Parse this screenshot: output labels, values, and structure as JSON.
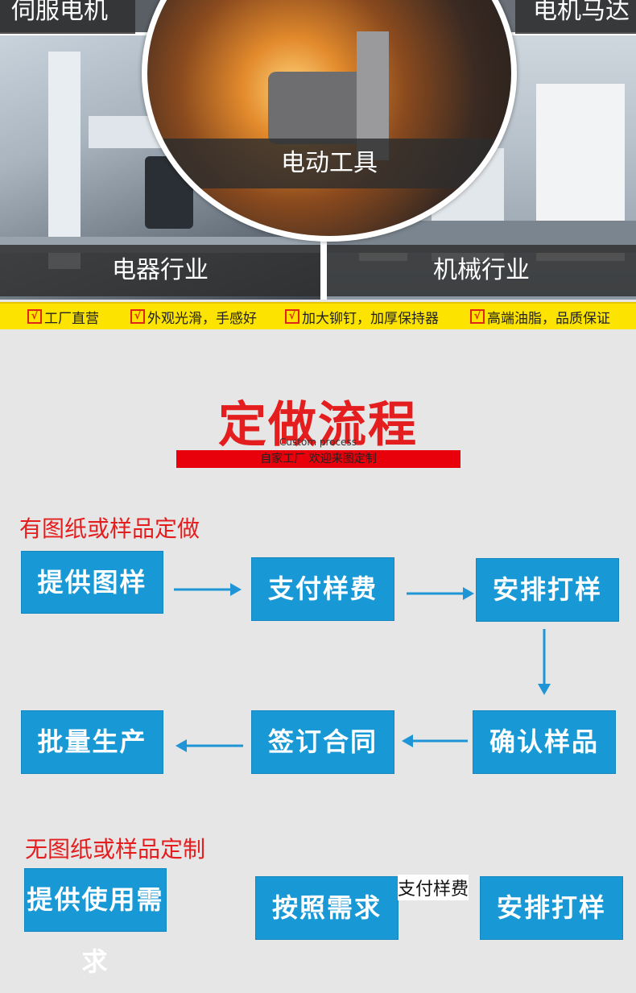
{
  "panels": {
    "servo_motor": "伺服电机",
    "motor": "电机马达",
    "power_tools": "电动工具",
    "electrical": "电器行业",
    "machinery": "机械行业"
  },
  "features": [
    "工厂直营",
    "外观光滑，手感好",
    "加大铆钉，加厚保持器",
    "高端油脂，品质保证"
  ],
  "process": {
    "title": "定做流程",
    "subtitle": "Custom process",
    "banner": "自家工厂 欢迎来图定制",
    "section_with": "有图纸或样品定做",
    "steps_with": [
      "提供图样",
      "支付样费",
      "安排打样",
      "确认样品",
      "签订合同",
      "批量生产"
    ],
    "section_without": "无图纸或样品定制",
    "steps_without": [
      "提供使用需求",
      "按照需求",
      "支付样费",
      "安排打样"
    ]
  },
  "colors": {
    "accent_red": "#e41e1e",
    "box_blue": "#1899d6",
    "strip_yellow": "#fde300"
  }
}
